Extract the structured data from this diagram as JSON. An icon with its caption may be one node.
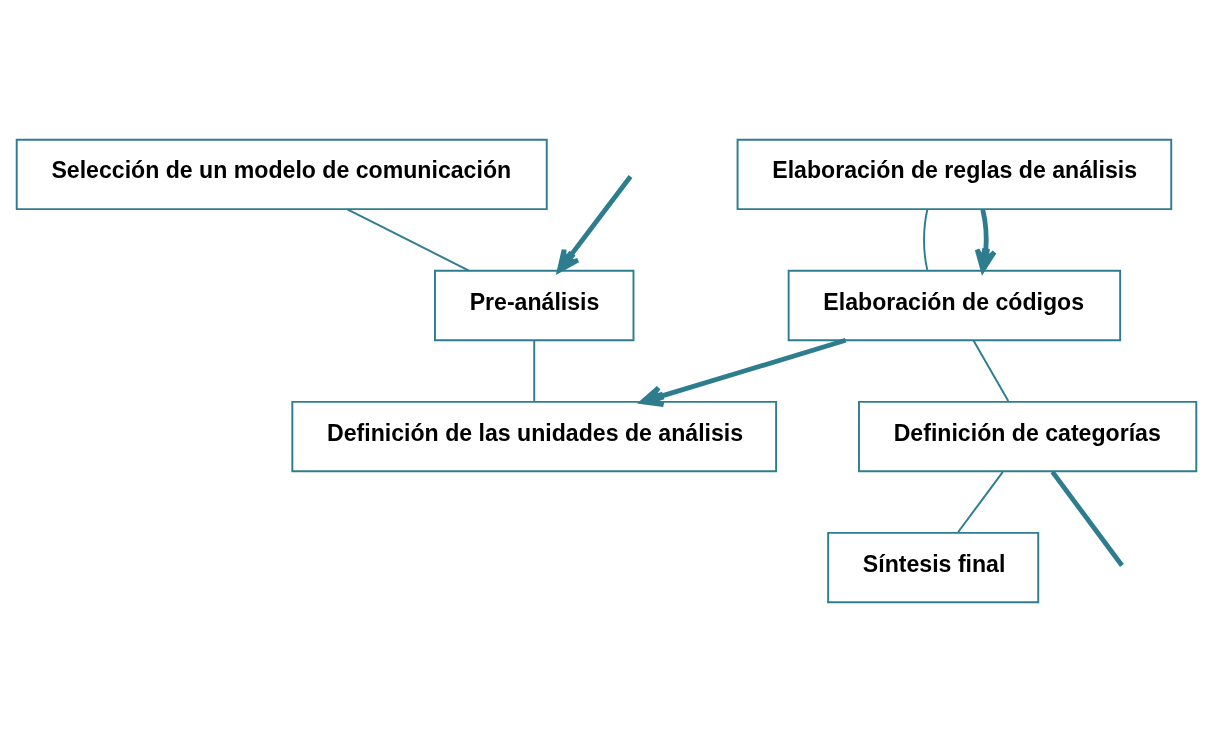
{
  "diagram": {
    "nodes": [
      {
        "text": [
          "Selección de un modelo de comunicación"
        ]
      },
      {
        "text": [
          "Pre-análisis"
        ]
      },
      {
        "text": [
          "Definición de las unidades de análisis"
        ]
      },
      {
        "text": [
          "Elaboración de reglas de análisis"
        ]
      },
      {
        "text": [
          "Elaboración de códigos"
        ]
      },
      {
        "text": [
          "Definición de categorías"
        ]
      },
      {
        "text": [
          "Síntesis final"
        ]
      }
    ],
    "edges": [
      {
        "from": 0,
        "to": 1,
        "arrow": "none"
      },
      {
        "from": 1,
        "to": 2,
        "arrow": "none"
      },
      {
        "from": null,
        "to": 1,
        "arrow": "to",
        "style": "thick"
      },
      {
        "from": 4,
        "to": 2,
        "arrow": "to",
        "style": "thick"
      },
      {
        "from": 3,
        "to": 4,
        "arrow": "none"
      },
      {
        "from": 3,
        "to": 4,
        "arrow": "to",
        "style": "thick"
      },
      {
        "from": 4,
        "to": 5,
        "arrow": "none"
      },
      {
        "from": 5,
        "to": null,
        "arrow": "none",
        "style": "thick"
      },
      {
        "from": 5,
        "to": 6,
        "arrow": "none"
      }
    ]
  }
}
